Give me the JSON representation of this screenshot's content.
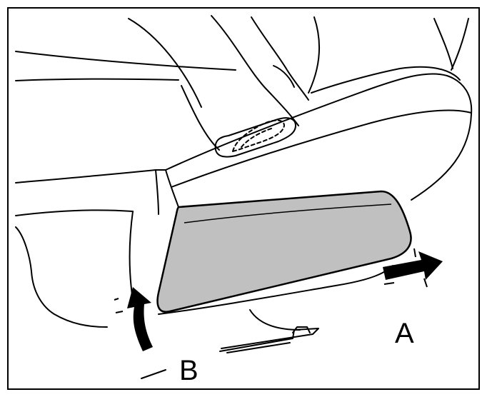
{
  "diagram": {
    "labels": {
      "a": "A",
      "b": "B"
    },
    "colors": {
      "outline": "#000000",
      "panel_fill": "#c0c0c0",
      "background": "#ffffff"
    },
    "parts": {
      "side_panel": "shaded-panel",
      "arrow_a": "slide-arrow",
      "arrow_b": "lift-arrow"
    }
  }
}
